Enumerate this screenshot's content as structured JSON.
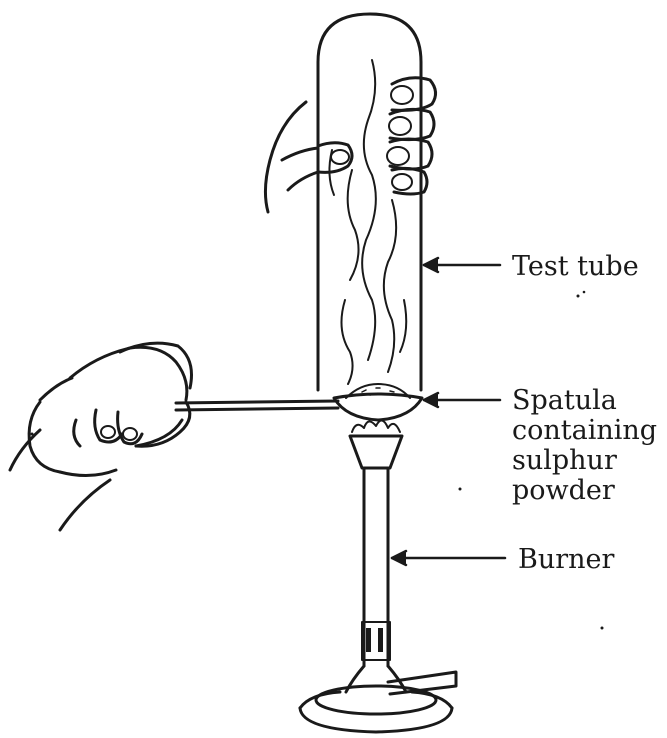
{
  "labels": {
    "test_tube": "Test tube",
    "spatula": [
      "Spatula",
      "containing",
      "sulphur",
      "powder"
    ],
    "burner": "Burner"
  },
  "colors": {
    "ink": "#1a1a1a",
    "background": "#ffffff"
  }
}
